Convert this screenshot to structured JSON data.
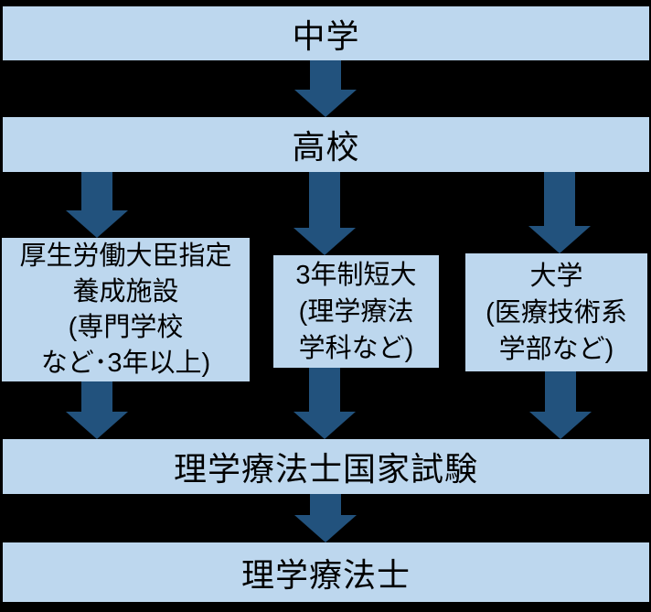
{
  "colors": {
    "background": "#000000",
    "node_fill": "#BDD7EE",
    "arrow": "#22527D",
    "text": "#000000"
  },
  "bars": {
    "middle_school": "中学",
    "high_school": "高校",
    "national_exam": "理学療法士国家試験",
    "physical_therapist": "理学療法士"
  },
  "boxes": {
    "training_facility": {
      "line1": "厚生労働大臣指定",
      "line2": "養成施設",
      "line3": "(専門学校",
      "line4": "など･3年以上)"
    },
    "junior_college": {
      "line1": "3年制短大",
      "line2": "(理学療法",
      "line3": "学科など)"
    },
    "university": {
      "line1": "大学",
      "line2": "(医療技術系",
      "line3": "学部など)"
    }
  }
}
